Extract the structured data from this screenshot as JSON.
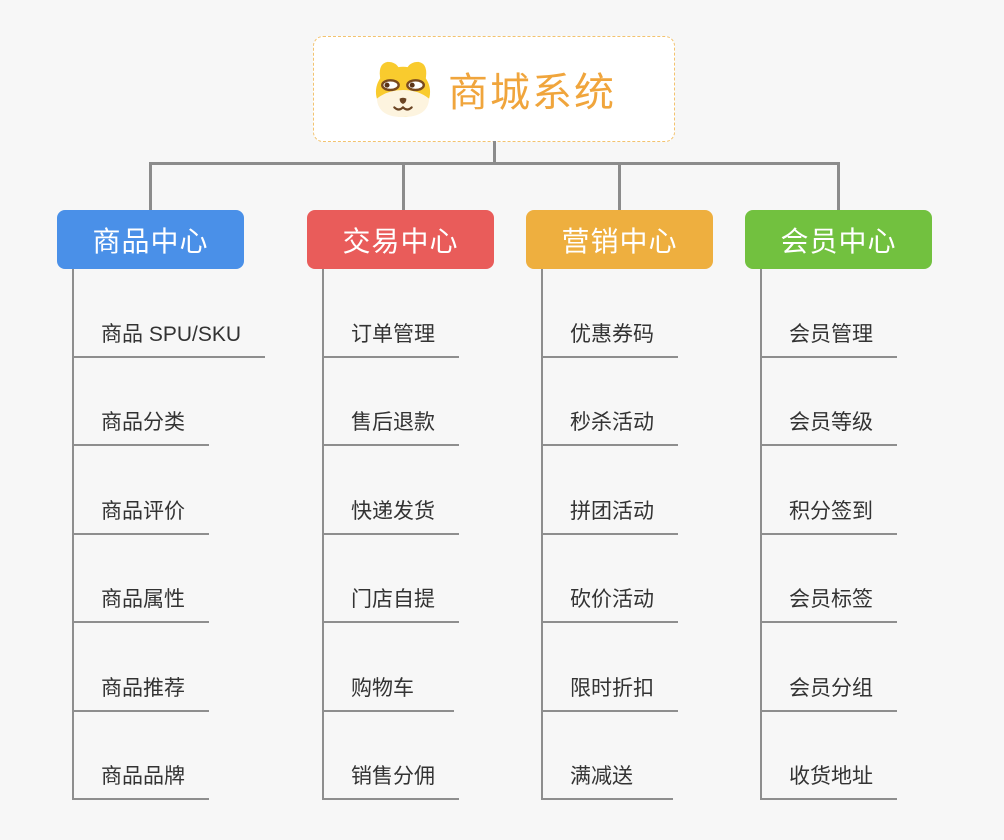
{
  "canvas": {
    "background_color": "#f7f7f7",
    "connector_color": "#8c8c8c"
  },
  "root": {
    "title": "商城系统",
    "icon": "shiba-dog-face-icon",
    "text_color": "#f0a53c",
    "border_color": "#f3c36f",
    "background_color": "#ffffff"
  },
  "branches": [
    {
      "label": "商品中心",
      "color": "#4a90e8",
      "items": [
        "商品 SPU/SKU",
        "商品分类",
        "商品评价",
        "商品属性",
        "商品推荐",
        "商品品牌"
      ]
    },
    {
      "label": "交易中心",
      "color": "#e95c5a",
      "items": [
        "订单管理",
        "售后退款",
        "快递发货",
        "门店自提",
        "购物车",
        "销售分佣"
      ]
    },
    {
      "label": "营销中心",
      "color": "#eeaf3f",
      "items": [
        "优惠券码",
        "秒杀活动",
        "拼团活动",
        "砍价活动",
        "限时折扣",
        "满减送"
      ]
    },
    {
      "label": "会员中心",
      "color": "#72c13f",
      "items": [
        "会员管理",
        "会员等级",
        "积分签到",
        "会员标签",
        "会员分组",
        "收货地址"
      ]
    }
  ]
}
